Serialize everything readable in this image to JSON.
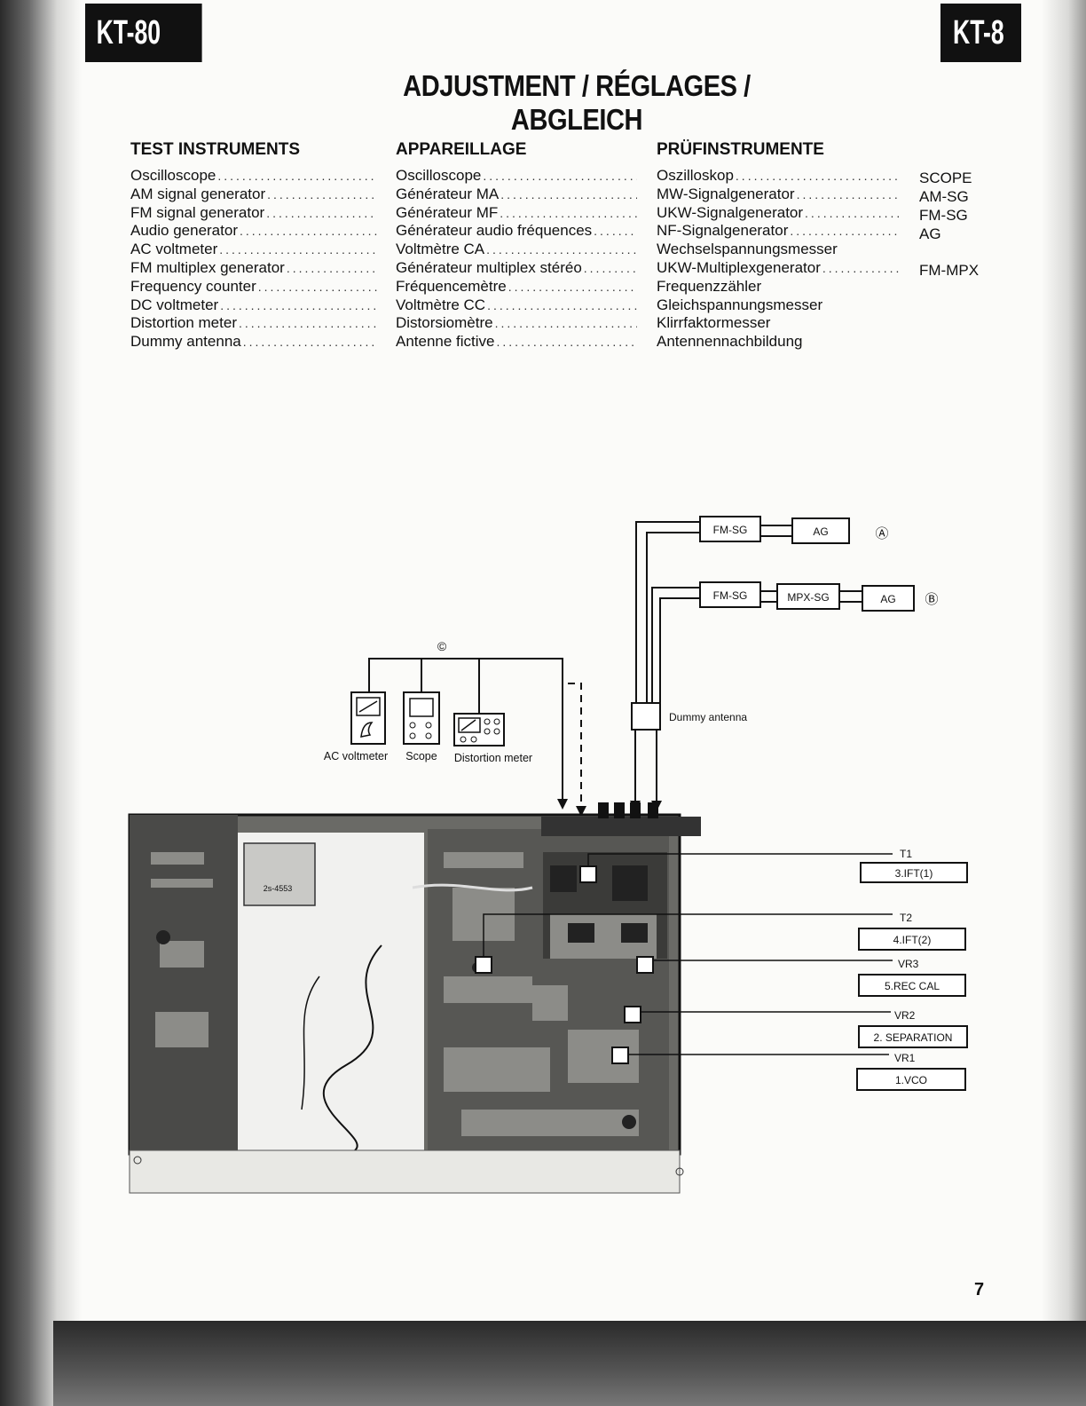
{
  "header": {
    "model_left": "KT-80",
    "model_right": "KT-8"
  },
  "title": "ADJUSTMENT / RÉGLAGES / ABGLEICH",
  "columns": {
    "english": {
      "heading": "TEST INSTRUMENTS",
      "items": [
        "Oscilloscope",
        "AM signal generator",
        "FM signal generator",
        "Audio generator",
        "AC voltmeter",
        "FM multiplex generator",
        "Frequency counter",
        "DC voltmeter",
        "Distortion meter",
        "Dummy antenna"
      ]
    },
    "french": {
      "heading": "APPAREILLAGE",
      "items": [
        "Oscilloscope",
        "Générateur MA",
        "Générateur MF",
        "Générateur audio fréquences",
        "Voltmètre CA",
        "Générateur multiplex stéréo",
        "Fréquencemètre",
        "Voltmètre CC",
        "Distorsiomètre",
        "Antenne fictive"
      ]
    },
    "german": {
      "heading": "PRÜFINSTRUMENTE",
      "items": [
        "Oszilloskop",
        "MW-Signalgenerator",
        "UKW-Signalgenerator",
        "NF-Signalgenerator",
        "Wechselspannungsmesser",
        "UKW-Multiplexgenerator",
        "Frequenzzähler",
        "Gleichspannungsmesser",
        "Klirrfaktormesser",
        "Antennennachbildung"
      ]
    }
  },
  "abbreviations": [
    "SCOPE",
    "AM-SG",
    "FM-SG",
    "AG",
    "",
    "FM-MPX",
    "",
    "",
    "",
    ""
  ],
  "diagram": {
    "setup_a": {
      "boxes": [
        "FM-SG",
        "AG"
      ],
      "marker": "Ⓐ"
    },
    "setup_b": {
      "boxes": [
        "FM-SG",
        "MPX-SG",
        "AG"
      ],
      "marker": "Ⓑ"
    },
    "setup_c": {
      "marker": "©"
    },
    "dummy_antenna_label": "Dummy antenna",
    "instruments": [
      "AC voltmeter",
      "Scope",
      "Distortion meter"
    ],
    "transformer_marking": "2s-4553",
    "callouts": [
      {
        "ref": "T1",
        "label": "3.IFT(1)"
      },
      {
        "ref": "T2",
        "label": "4.IFT(2)"
      },
      {
        "ref": "VR3",
        "label": "5.REC CAL"
      },
      {
        "ref": "VR2",
        "label": "2. SEPARATION"
      },
      {
        "ref": "VR1",
        "label": "1.VCO"
      }
    ]
  },
  "page_number": "7"
}
